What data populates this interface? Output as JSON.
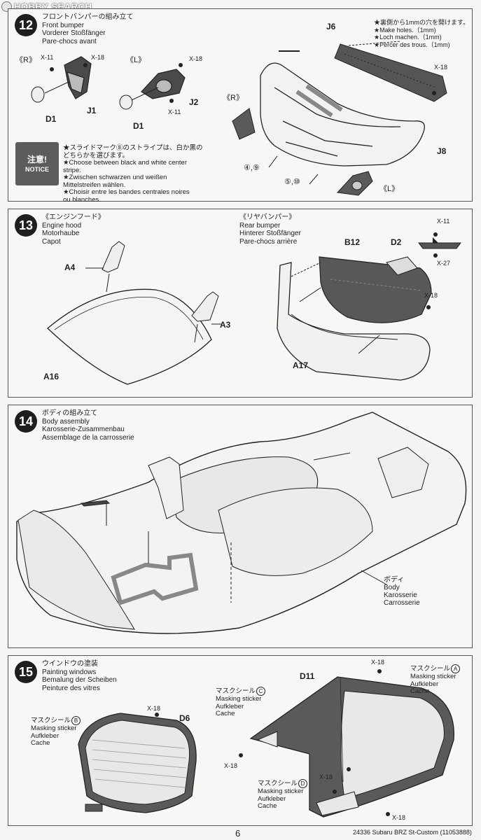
{
  "watermark": "HOBBY SEARCH",
  "steps": [
    {
      "number": "12",
      "title_jp": "フロントバンパーの組み立て",
      "title_en": "Front bumper",
      "title_de": "Vorderer Stoßfänger",
      "title_fr": "Pare-chocs avant",
      "side_r": "《R》",
      "side_l": "《L》",
      "parts": {
        "d1": "D1",
        "j1": "J1",
        "j2": "J2",
        "j6": "J6",
        "j8": "J8"
      },
      "screws": {
        "x11": "X-11",
        "x18": "X-18"
      },
      "holes_note": [
        "★裏側から1mmの穴を開けます。",
        "★Make holes.（1mm)",
        "★Loch machen.（1mm)",
        "★Percer des trous.（1mm)"
      ],
      "mark_a": "④,⑨",
      "mark_b": "⑤,⑩",
      "notice_jp": "注意!",
      "notice_en": "NOTICE",
      "notice_lines": [
        "★スライドマーク⑧のストライプは、白か黒の",
        "どちらかを選びます。",
        "★Choose between black and white center",
        "stripe.",
        "★Zwischen    schwarzen    und    weißen",
        "Mittelstreifen wählen.",
        "★Choisir entre les bandes centrales noires",
        "ou blanches."
      ]
    },
    {
      "number": "13",
      "title_jp": "《エンジンフード》",
      "title_en": "Engine hood",
      "title_de": "Motorhaube",
      "title_fr": "Capot",
      "sub_jp": "《リヤバンパー》",
      "sub_en": "Rear bumper",
      "sub_de": "Hinterer Stoßfänger",
      "sub_fr": "Pare-chocs arrière",
      "parts": {
        "a4": "A4",
        "a3": "A3",
        "a16": "A16",
        "b12": "B12",
        "d2": "D2",
        "a17": "A17"
      },
      "screws": {
        "x11": "X-11",
        "x27": "X-27",
        "x18": "X-18"
      }
    },
    {
      "number": "14",
      "title_jp": "ボディの組み立て",
      "title_en": "Body assembly",
      "title_de": "Karosserie-Zusammenbau",
      "title_fr": "Assemblage de la carrosserie",
      "body_label": [
        "ボディ",
        "Body",
        "Karosserie",
        "Carrosserie"
      ]
    },
    {
      "number": "15",
      "title_jp": "ウインドウの塗装",
      "title_en": "Painting windows",
      "title_de": "Bemalung der Scheiben",
      "title_fr": "Peinture des vitres",
      "mask_b": [
        "マスクシール",
        "Masking sticker",
        "Aufkleber",
        "Cache"
      ],
      "mask_b_letter": "B",
      "mask_c": [
        "マスクシール",
        "Masking sticker",
        "Aufkleber",
        "Cache"
      ],
      "mask_c_letter": "C",
      "mask_a": [
        "マスクシール",
        "Masking sticker",
        "Aufkleber",
        "Cache"
      ],
      "mask_a_letter": "A",
      "mask_d": [
        "マスクシール",
        "Masking sticker",
        "Aufkleber",
        "Cache"
      ],
      "mask_d_letter": "D",
      "parts": {
        "d6": "D6",
        "d11": "D11"
      },
      "screws": {
        "x18": "X-18"
      }
    }
  ],
  "footer": {
    "page": "6",
    "ref": "24336  Subaru BRZ St-Custom (11053888)"
  }
}
